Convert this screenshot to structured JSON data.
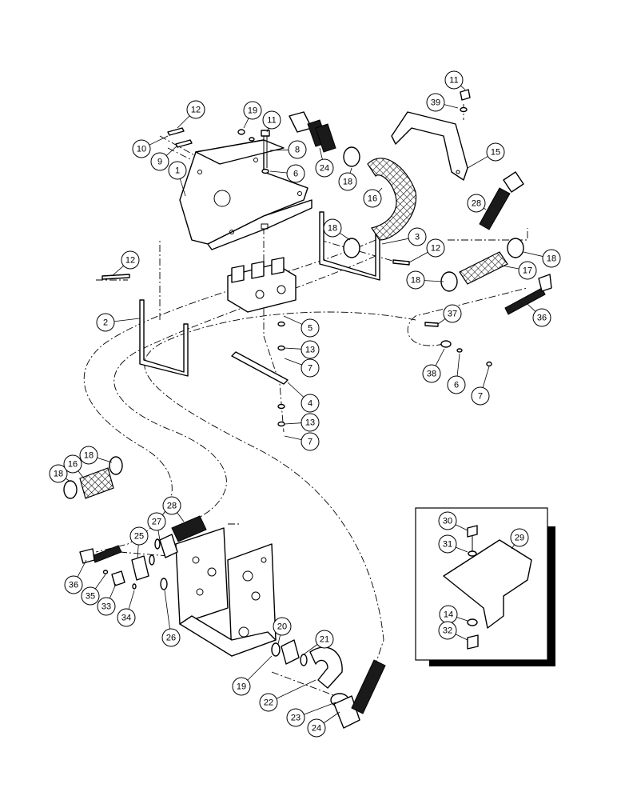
{
  "callouts": [
    {
      "id": "c11a",
      "label": "11"
    },
    {
      "id": "c39",
      "label": "39"
    },
    {
      "id": "c12a",
      "label": "12"
    },
    {
      "id": "c19a",
      "label": "19"
    },
    {
      "id": "c11b",
      "label": "11"
    },
    {
      "id": "c10",
      "label": "10"
    },
    {
      "id": "c8",
      "label": "8"
    },
    {
      "id": "c9",
      "label": "9"
    },
    {
      "id": "c24a",
      "label": "24"
    },
    {
      "id": "c15",
      "label": "15"
    },
    {
      "id": "c6a",
      "label": "6"
    },
    {
      "id": "c1",
      "label": "1"
    },
    {
      "id": "c18a",
      "label": "18"
    },
    {
      "id": "c16a",
      "label": "16"
    },
    {
      "id": "c28a",
      "label": "28"
    },
    {
      "id": "c3",
      "label": "3"
    },
    {
      "id": "c18b",
      "label": "18"
    },
    {
      "id": "c12b",
      "label": "12"
    },
    {
      "id": "c18c",
      "label": "18"
    },
    {
      "id": "c12c",
      "label": "12"
    },
    {
      "id": "c18d",
      "label": "18"
    },
    {
      "id": "c17",
      "label": "17"
    },
    {
      "id": "c2",
      "label": "2"
    },
    {
      "id": "c36a",
      "label": "36"
    },
    {
      "id": "c37",
      "label": "37"
    },
    {
      "id": "c5",
      "label": "5"
    },
    {
      "id": "c13a",
      "label": "13"
    },
    {
      "id": "c7a",
      "label": "7"
    },
    {
      "id": "c38",
      "label": "38"
    },
    {
      "id": "c6b",
      "label": "6"
    },
    {
      "id": "c7b",
      "label": "7"
    },
    {
      "id": "c4",
      "label": "4"
    },
    {
      "id": "c13b",
      "label": "13"
    },
    {
      "id": "c7c",
      "label": "7"
    },
    {
      "id": "c18e",
      "label": "18"
    },
    {
      "id": "c16b",
      "label": "16"
    },
    {
      "id": "c18f",
      "label": "18"
    },
    {
      "id": "c28b",
      "label": "28"
    },
    {
      "id": "c30",
      "label": "30"
    },
    {
      "id": "c29",
      "label": "29"
    },
    {
      "id": "c27",
      "label": "27"
    },
    {
      "id": "c25",
      "label": "25"
    },
    {
      "id": "c31",
      "label": "31"
    },
    {
      "id": "c36b",
      "label": "36"
    },
    {
      "id": "c35",
      "label": "35"
    },
    {
      "id": "c33",
      "label": "33"
    },
    {
      "id": "c34",
      "label": "34"
    },
    {
      "id": "c26",
      "label": "26"
    },
    {
      "id": "c14",
      "label": "14"
    },
    {
      "id": "c20",
      "label": "20"
    },
    {
      "id": "c32",
      "label": "32"
    },
    {
      "id": "c21",
      "label": "21"
    },
    {
      "id": "c19b",
      "label": "19"
    },
    {
      "id": "c22",
      "label": "22"
    },
    {
      "id": "c23",
      "label": "23"
    },
    {
      "id": "c24b",
      "label": "24"
    }
  ],
  "colors": {
    "line": "#000000",
    "background": "#ffffff",
    "shadow": "#000000"
  }
}
